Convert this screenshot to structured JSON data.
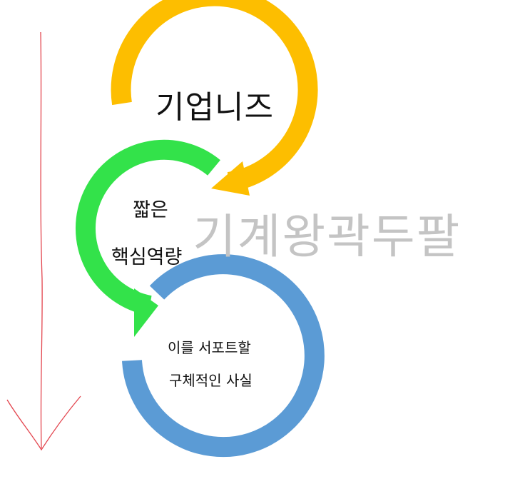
{
  "diagram": {
    "stages": [
      {
        "id": "yellow",
        "color": "#FDBE00",
        "lines": [
          "기업니즈"
        ]
      },
      {
        "id": "green",
        "color": "#33E24A",
        "lines": [
          "짧은",
          "핵심역량"
        ]
      },
      {
        "id": "blue",
        "color": "#5B9BD5",
        "lines": [
          "이를 서포트할",
          "구체적인 사실"
        ]
      }
    ],
    "watermark": "기계왕곽두팔",
    "flow_arrow_color": "#E3454E"
  }
}
